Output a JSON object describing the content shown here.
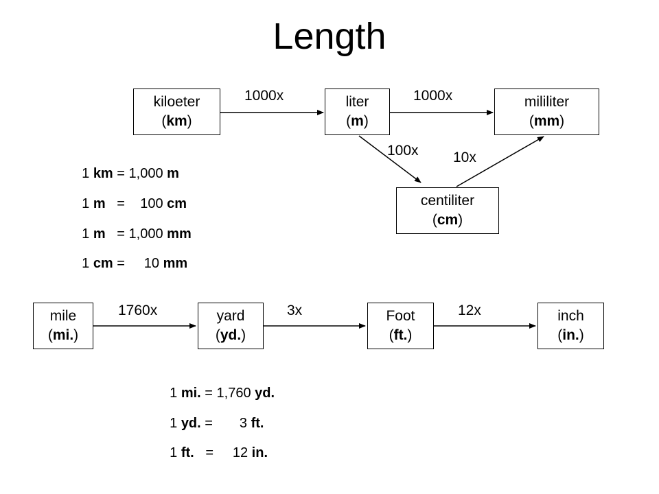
{
  "title": "Length",
  "metric": {
    "boxes": [
      {
        "name": "kiloeter",
        "abbr": "km"
      },
      {
        "name": "liter",
        "abbr": "m"
      },
      {
        "name": "mililiter",
        "abbr": "mm"
      },
      {
        "name": "centiliter",
        "abbr": "cm"
      }
    ],
    "arrow_labels": {
      "km_to_m": "1000x",
      "m_to_mm": "1000x",
      "m_to_cm": "100x",
      "cm_to_mm": "10x"
    },
    "equations": [
      {
        "lhs_num": "1",
        "lhs_unit": "km",
        "eq": "=",
        "rhs_num": "1,000",
        "rhs_unit": "m"
      },
      {
        "lhs_num": "1",
        "lhs_unit": "m",
        "eq": "=",
        "rhs_num": "100",
        "rhs_unit": "cm"
      },
      {
        "lhs_num": "1",
        "lhs_unit": "m",
        "eq": "=",
        "rhs_num": "1,000",
        "rhs_unit": "mm"
      },
      {
        "lhs_num": "1",
        "lhs_unit": "cm",
        "eq": "=",
        "rhs_num": "10",
        "rhs_unit": "mm"
      }
    ]
  },
  "imperial": {
    "boxes": [
      {
        "name": "mile",
        "abbr": "mi."
      },
      {
        "name": "yard",
        "abbr": "yd."
      },
      {
        "name": "Foot",
        "abbr": "ft."
      },
      {
        "name": "inch",
        "abbr": "in."
      }
    ],
    "arrow_labels": {
      "mi_to_yd": "1760x",
      "yd_to_ft": "3x",
      "ft_to_in": "12x"
    },
    "equations": [
      {
        "lhs_num": "1",
        "lhs_unit": "mi.",
        "eq": "=",
        "rhs_num": "1,760",
        "rhs_unit": "yd."
      },
      {
        "lhs_num": "1",
        "lhs_unit": "yd.",
        "eq": "=",
        "rhs_num": "3",
        "rhs_unit": "ft."
      },
      {
        "lhs_num": "1",
        "lhs_unit": "ft.",
        "eq": "=",
        "rhs_num": "12",
        "rhs_unit": "in."
      }
    ]
  }
}
